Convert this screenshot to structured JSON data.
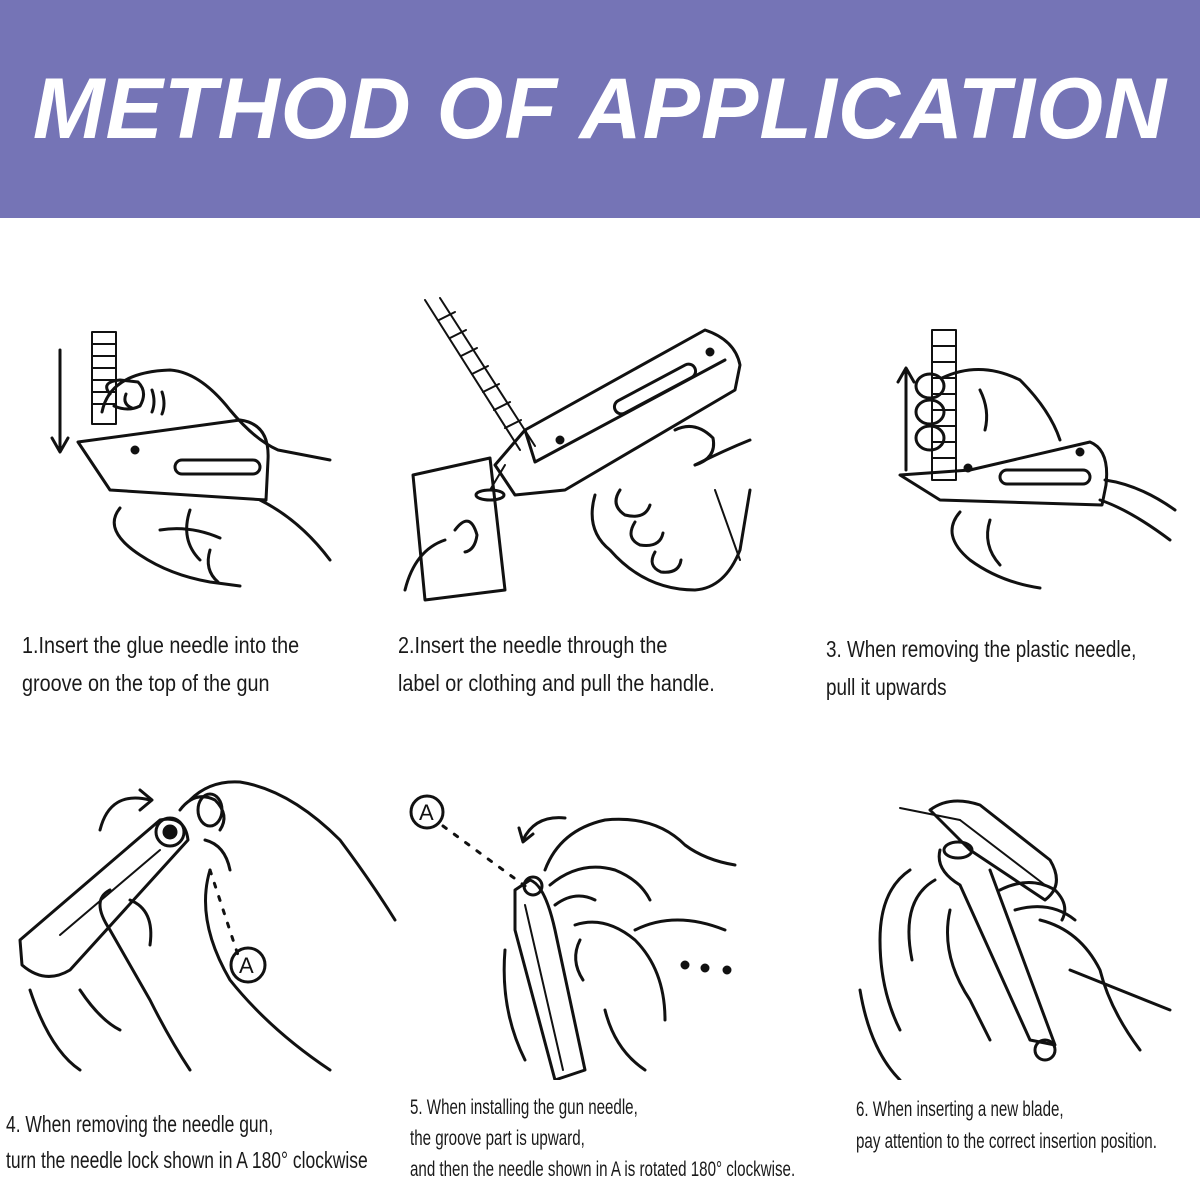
{
  "header": {
    "title": "METHOD OF APPLICATION",
    "background_color": "#7574b6",
    "text_color": "#ffffff"
  },
  "steps": [
    {
      "lines": [
        "1.Insert the glue needle into the",
        "groove on the top of the gun"
      ],
      "illustration": "hand-loading-needle-strip-icon"
    },
    {
      "lines": [
        "2.Insert the needle through the",
        "label or clothing and pull the handle."
      ],
      "illustration": "hand-tagging-label-icon"
    },
    {
      "lines": [
        "3. When removing the plastic needle,",
        "pull it upwards"
      ],
      "illustration": "hand-removing-needle-strip-icon"
    },
    {
      "lines": [
        "4. When removing the needle gun,",
        "turn the needle lock shown in A 180° clockwise"
      ],
      "illustration": "hands-turning-needle-lock-icon",
      "marker": "A"
    },
    {
      "lines": [
        "5. When installing the gun needle,",
        "the groove part is upward,",
        "and then the needle shown in A is rotated 180° clockwise."
      ],
      "illustration": "hands-installing-needle-icon",
      "marker": "A"
    },
    {
      "lines": [
        "6. When inserting a new blade,",
        "pay attention to the correct insertion position."
      ],
      "illustration": "hands-inserting-blade-icon"
    }
  ]
}
